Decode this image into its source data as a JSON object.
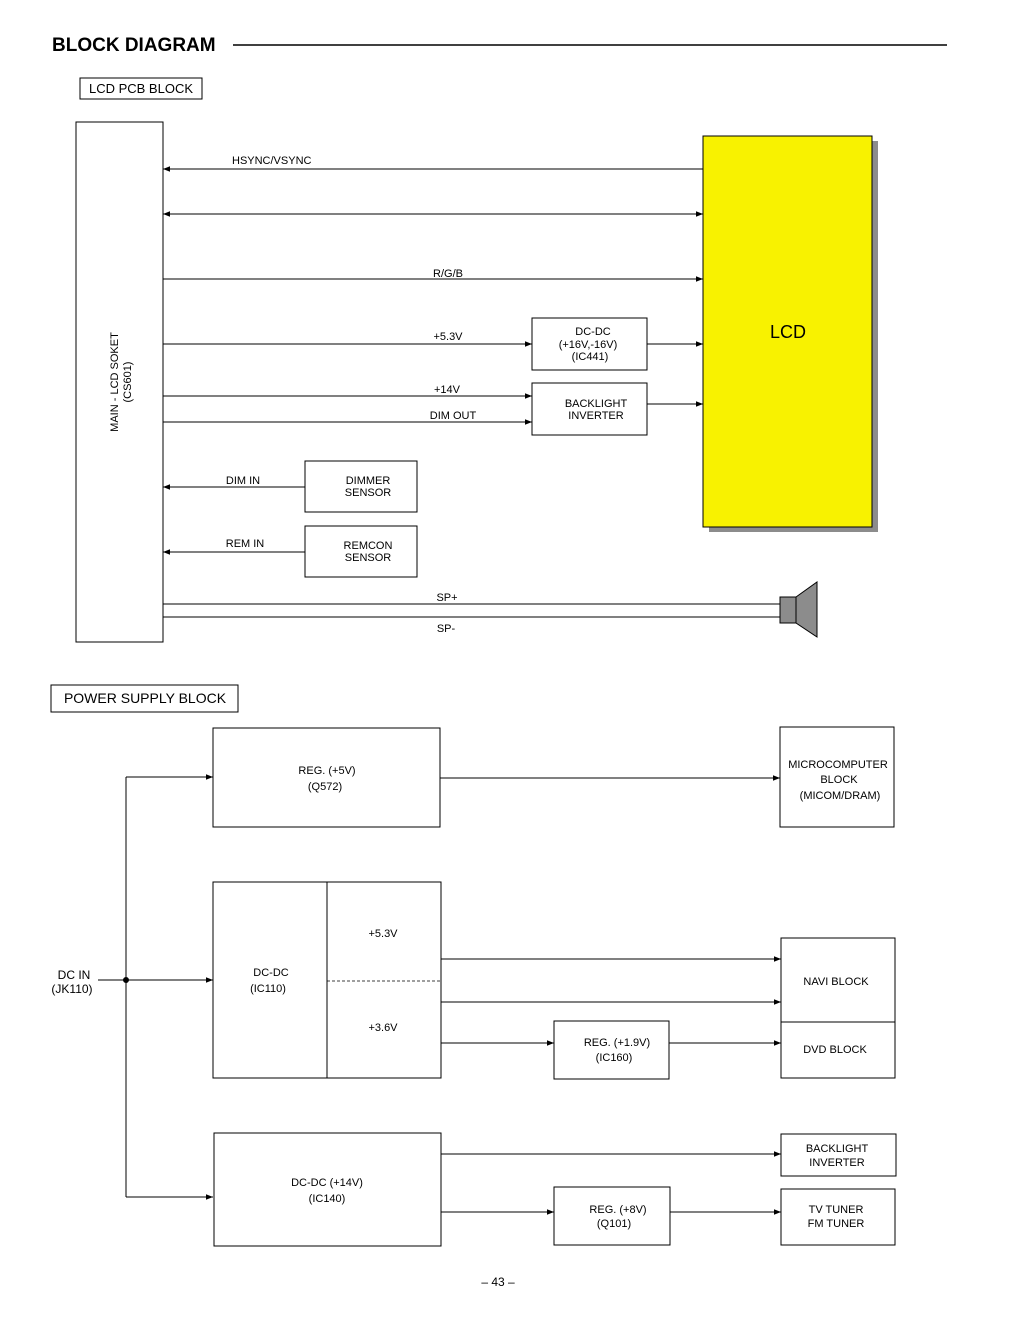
{
  "header": {
    "title": "BLOCK DIAGRAM",
    "page_number": "– 43 –"
  },
  "lcd_pcb": {
    "section_label": "LCD PCB BLOCK",
    "socket_label_1": "MAIN - LCD SOKET",
    "socket_label_2": "(CS601)",
    "lcd_label": "LCD",
    "lcd_color": "#f8f200",
    "signals": {
      "hsync": "HSYNC/VSYNC",
      "rgb": "R/G/B",
      "v53": "+5.3V",
      "v14": "+14V",
      "dim_out": "DIM OUT",
      "dim_in": "DIM IN",
      "rem_in": "REM IN",
      "sp_plus": "SP+",
      "sp_minus": "SP-"
    },
    "dcdc": [
      "DC-DC",
      "(+16V,-16V)",
      "(IC441)"
    ],
    "backlight": [
      "BACKLIGHT",
      "INVERTER"
    ],
    "dimmer": [
      "DIMMER",
      "SENSOR"
    ],
    "remcon": [
      "REMCON",
      "SENSOR"
    ],
    "speaker_icon": "speaker-icon"
  },
  "power_supply": {
    "section_label": "POWER SUPPLY BLOCK",
    "dc_in": [
      "DC IN",
      "(JK110)"
    ],
    "reg5v": [
      "REG. (+5V)",
      "(Q572)"
    ],
    "micro": [
      "MICROCOMPUTER",
      "BLOCK",
      "(MICOM/DRAM)"
    ],
    "dcdc110": [
      "DC-DC",
      "(IC110)"
    ],
    "v53": "+5.3V",
    "v36": "+3.6V",
    "navi": "NAVI BLOCK",
    "reg19": [
      "REG. (+1.9V)",
      "(IC160)"
    ],
    "dvd": "DVD BLOCK",
    "dcdc14": [
      "DC-DC (+14V)",
      "(IC140)"
    ],
    "backlight": [
      "BACKLIGHT",
      "INVERTER"
    ],
    "reg8": [
      "REG. (+8V)",
      "(Q101)"
    ],
    "tuner": [
      "TV TUNER",
      "FM TUNER"
    ]
  }
}
